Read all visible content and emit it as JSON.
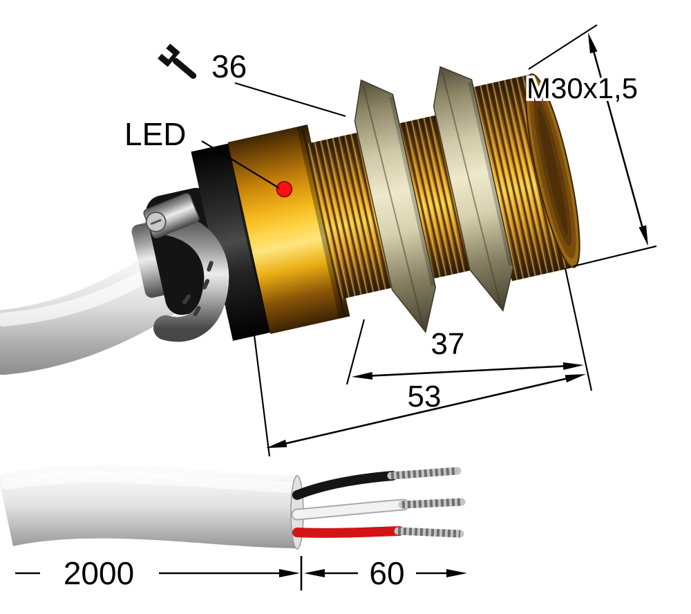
{
  "figure": {
    "labels": {
      "wrench_size": "36",
      "led": "LED",
      "thread_spec": "M30x1,5",
      "dim_thread_length": "37",
      "dim_body_length": "53",
      "dim_cable_length": "2000",
      "dim_wire_length": "60"
    },
    "colors": {
      "brass": "#c8830a",
      "gold_body": "#f3b81d",
      "nut": "#cfc9a8",
      "led_red": "#ff1010",
      "cable_gray": "#d9d9d9",
      "wire_black": "#151515",
      "wire_white": "#f2f2f2",
      "wire_red": "#d31414",
      "line": "#000000"
    }
  }
}
